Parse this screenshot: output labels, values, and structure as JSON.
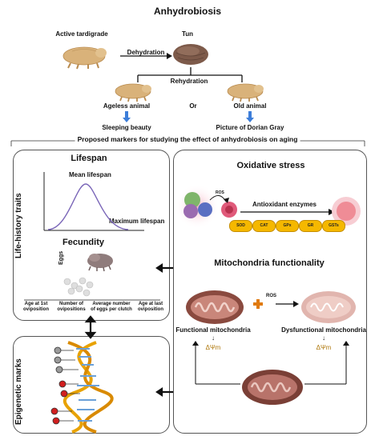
{
  "title": "Anhydrobiosis",
  "top": {
    "active_label": "Active tardigrade",
    "dehydration_label": "Dehydration",
    "tun_label": "Tun",
    "rehydration_label": "Rehydration",
    "ageless_label": "Ageless animal",
    "or_label": "Or",
    "old_label": "Old animal",
    "sleeping_label": "Sleeping beauty",
    "dorian_label": "Picture of Dorian Gray"
  },
  "markers_title": "Proposed markers for studying the effect of anhydrobiosis on aging",
  "life_history": {
    "side_label": "Life-history traits",
    "lifespan_title": "Lifespan",
    "mean_label": "Mean lifespan",
    "max_label": "Maximum lifespan",
    "fecundity_title": "Fecundity",
    "eggs_label": "Eggs",
    "metrics": [
      "Age at 1st oviposition",
      "Number of ovipositions",
      "Average number of eggs per clutch",
      "Age at last oviposition"
    ]
  },
  "oxidative": {
    "title": "Oxidative stress",
    "ros_label": "ROS",
    "antioxidant_label": "Antioxidant enzymes",
    "enzymes": [
      "SOD",
      "CAT",
      "GPx",
      "GR",
      "GSTs"
    ]
  },
  "mito": {
    "title": "Mitochondria functionality",
    "ros_label": "ROS",
    "functional_label": "Functional mitochondria",
    "dysfunctional_label": "Dysfunctional mitochondria",
    "delta_left": "ΔΨm",
    "delta_right": "ΔΨm",
    "arrow_left": "↓",
    "arrow_right": "↓"
  },
  "epigenetic": {
    "side_label": "Epigenetic marks"
  },
  "colors": {
    "tardigrade": "#d9b27a",
    "tun": "#7d5a4a",
    "enzyme": "#f5b800",
    "mito": "#8a4a3f",
    "arrow_blue": "#3c7dd9",
    "dna_yellow": "#e8a200",
    "dna_red": "#d11f1f"
  }
}
